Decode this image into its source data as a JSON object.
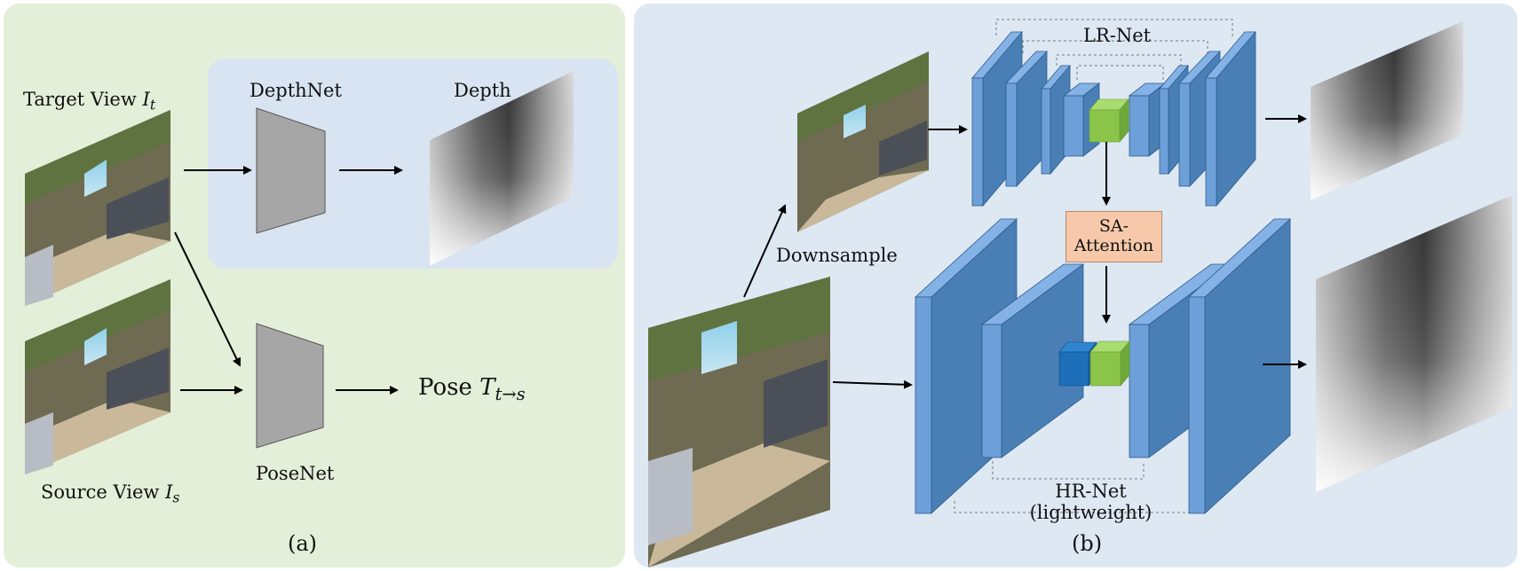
{
  "panel_a": {
    "target_view_label": "Target View",
    "target_view_symbol": "I",
    "target_view_sub": "t",
    "source_view_label": "Source View",
    "source_view_symbol": "I",
    "source_view_sub": "s",
    "depthnet_label": "DepthNet",
    "depth_label": "Depth",
    "posenet_label": "PoseNet",
    "pose_label": "Pose",
    "pose_symbol": "T",
    "pose_sub": "t→s",
    "caption": "(a)"
  },
  "panel_b": {
    "lr_net_label": "LR-Net",
    "downsample_label": "Downsample",
    "sa_attention_label_line1": "SA-",
    "sa_attention_label_line2": "Attention",
    "hr_net_label_line1": "HR-Net",
    "hr_net_label_line2": "(lightweight)",
    "caption": "(b)"
  },
  "colors": {
    "panel_a_bg": "#e3efd8",
    "panel_b_bg": "#dde8f3",
    "inner_box_bg": "#d8e4f2",
    "network_trapezoid": "#a6a6a6",
    "block_front": "#4a7fb5",
    "block_side": "#6da0d9",
    "block_top": "#85b2e6",
    "attention_green": "#8ac54a",
    "attention_blue": "#1c6fb8",
    "sa_box": "#f7c9aa"
  }
}
